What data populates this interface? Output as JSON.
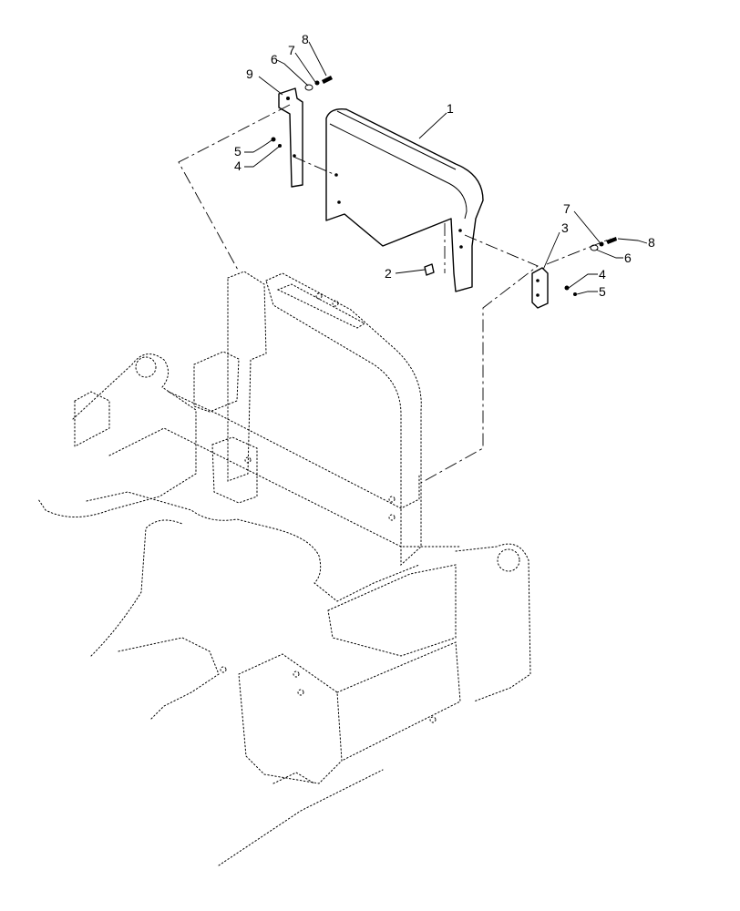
{
  "callouts": {
    "c1": "1",
    "c2": "2",
    "c3": "3",
    "c4_left": "4",
    "c5_left": "5",
    "c6_left": "6",
    "c7_left": "7",
    "c8_left": "8",
    "c9": "9",
    "c4_right": "4",
    "c5_right": "5",
    "c6_right": "6",
    "c7_right": "7",
    "c8_right": "8"
  }
}
